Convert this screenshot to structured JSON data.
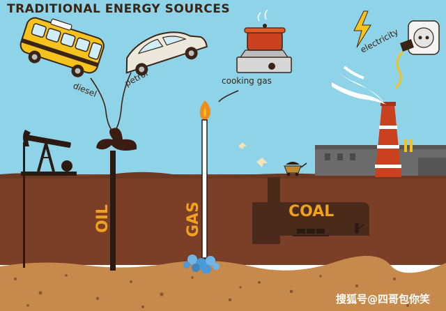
{
  "title": "TRADITIONAL ENERGY SOURCES",
  "labels": {
    "diesel": "diesel",
    "petrol": "petrol",
    "cooking_gas": "cooking gas",
    "electricity": "electricity",
    "oil": "OIL",
    "gas": "GAS",
    "coal": "COAL"
  },
  "watermark": "搜狐号@四哥包你笑",
  "colors": {
    "sky": "#8fd3e8",
    "soil_top": "#7a3f26",
    "soil_deep": "#6b3420",
    "bedrock": "#c68a4c",
    "label_orange": "#f0a21c",
    "dark": "#2a1a12"
  }
}
